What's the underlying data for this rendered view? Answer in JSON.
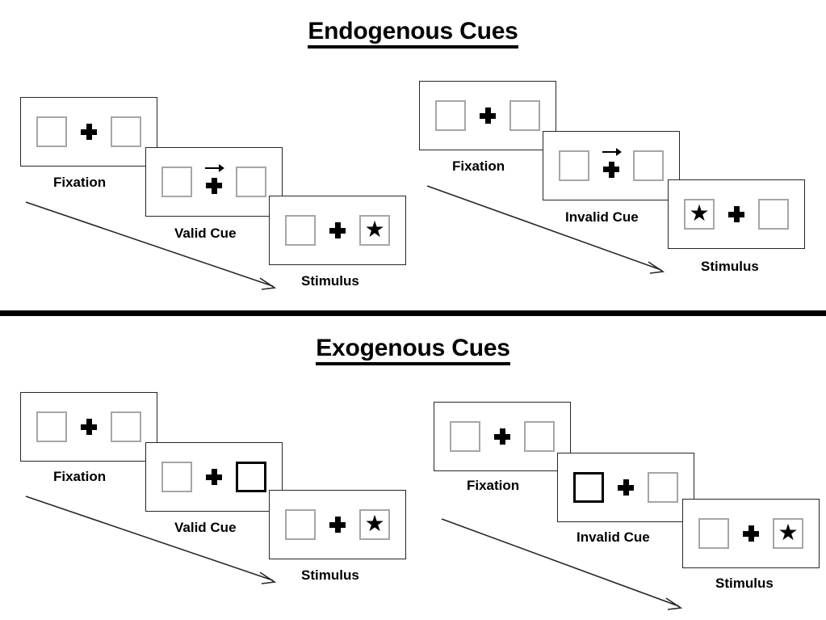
{
  "figure": {
    "sections": [
      {
        "id": "endogenous",
        "title": "Endogenous Cues",
        "groups": [
          {
            "id": "endogenous-valid",
            "screens": [
              {
                "caption": "Fixation",
                "left_box": "empty",
                "right_box": "empty",
                "center": "plus",
                "cue_arrow": "none"
              },
              {
                "caption": "Valid Cue",
                "left_box": "empty",
                "right_box": "empty",
                "center": "plus-with-arrow",
                "cue_arrow": "right-arrow-icon"
              },
              {
                "caption": "Stimulus",
                "left_box": "empty",
                "right_box": "star",
                "center": "plus",
                "cue_arrow": "none"
              }
            ]
          },
          {
            "id": "endogenous-invalid",
            "screens": [
              {
                "caption": "Fixation",
                "left_box": "empty",
                "right_box": "empty",
                "center": "plus",
                "cue_arrow": "none"
              },
              {
                "caption": "Invalid Cue",
                "left_box": "empty",
                "right_box": "empty",
                "center": "plus-with-arrow",
                "cue_arrow": "right-arrow-icon"
              },
              {
                "caption": "Stimulus",
                "left_box": "star",
                "right_box": "empty",
                "center": "plus",
                "cue_arrow": "none"
              }
            ]
          }
        ]
      },
      {
        "id": "exogenous",
        "title": "Exogenous Cues",
        "groups": [
          {
            "id": "exogenous-valid",
            "screens": [
              {
                "caption": "Fixation",
                "left_box": "empty",
                "right_box": "empty",
                "center": "plus",
                "cue_arrow": "none"
              },
              {
                "caption": "Valid Cue",
                "left_box": "empty",
                "right_box": "cued",
                "center": "plus",
                "cue_arrow": "none"
              },
              {
                "caption": "Stimulus",
                "left_box": "empty",
                "right_box": "star",
                "center": "plus",
                "cue_arrow": "none"
              }
            ]
          },
          {
            "id": "exogenous-invalid",
            "screens": [
              {
                "caption": "Fixation",
                "left_box": "empty",
                "right_box": "empty",
                "center": "plus",
                "cue_arrow": "none"
              },
              {
                "caption": "Invalid Cue",
                "left_box": "cued",
                "right_box": "empty",
                "center": "plus",
                "cue_arrow": "none"
              },
              {
                "caption": "Stimulus",
                "left_box": "empty",
                "right_box": "star",
                "center": "plus",
                "cue_arrow": "none"
              }
            ]
          }
        ]
      }
    ],
    "glyphs": {
      "star": "★"
    },
    "colors": {
      "stroke": "#262626",
      "box_border": "#a6a6a6",
      "cued_box_border": "#000000",
      "text": "#000000",
      "background": "#ffffff",
      "divider": "#000000"
    }
  }
}
